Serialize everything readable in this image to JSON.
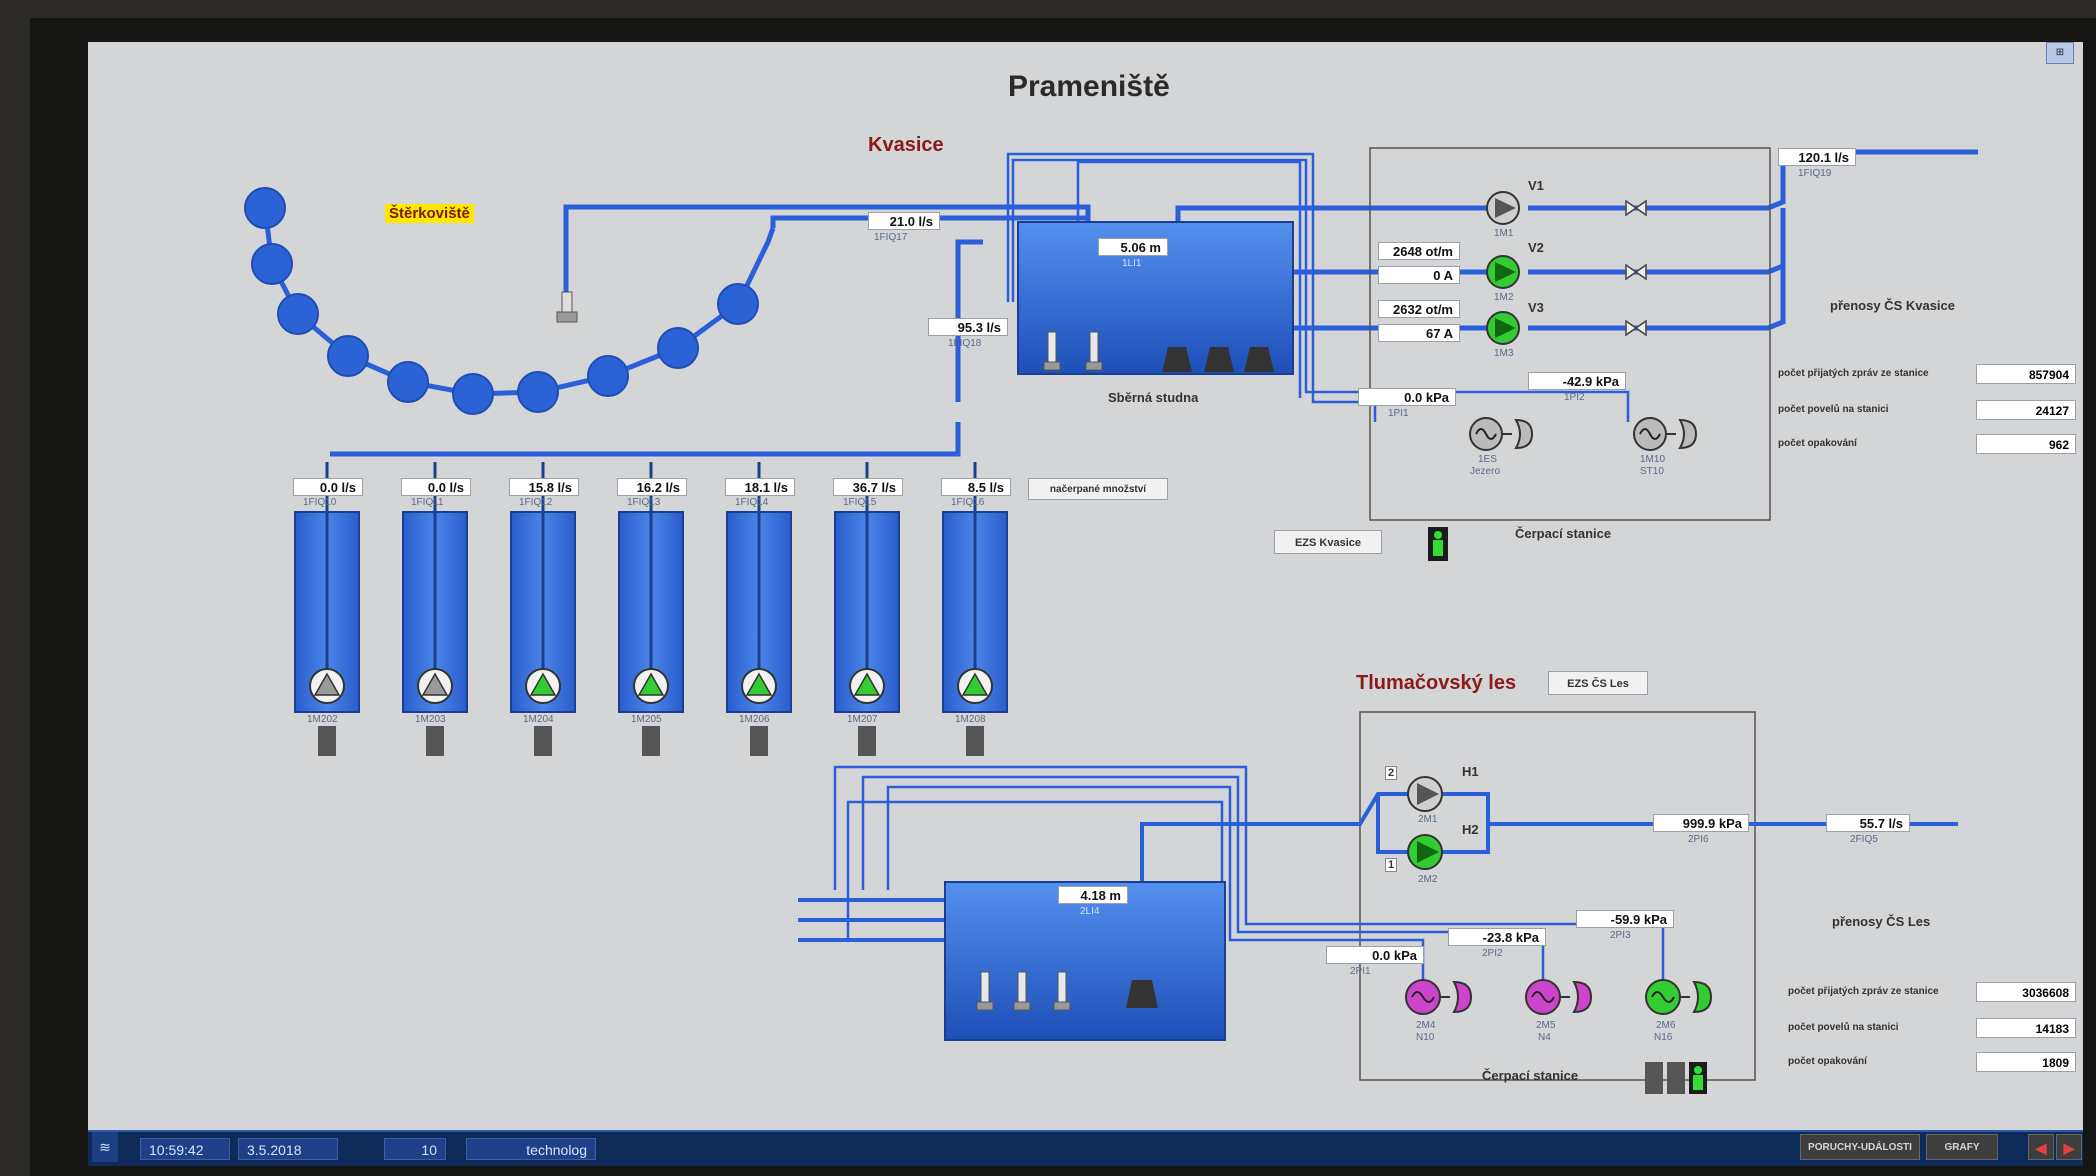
{
  "title": "Prameniště",
  "areas": {
    "kvasice": "Kvasice",
    "sterkoviste": "Štěrkoviště",
    "tlumacovsky_les": "Tlumačovský les"
  },
  "labels": {
    "sbirna_studna": "Sběrná studna",
    "cerpaci_stanice_1": "Čerpací stanice",
    "cerpaci_stanice_2": "Čerpací stanice",
    "nacerpane_mnozstvi": "načerpané množství",
    "prenosy_kvasice": "přenosy ČS Kvasice",
    "prenosy_les": "přenosy ČS Les"
  },
  "buttons": {
    "ezs_kvasice": "EZS Kvasice",
    "ezs_les": "EZS ČS Les"
  },
  "flows_top": {
    "f17": {
      "value": "21.0 l/s",
      "tag": "1FIQ17"
    },
    "f18": {
      "value": "95.3 l/s",
      "tag": "1FIQ18"
    },
    "f19": {
      "value": "120.1 l/s",
      "tag": "1FIQ19"
    }
  },
  "level_top": {
    "value": "5.06 m",
    "tag": "1LI1"
  },
  "pumps_kvasice": {
    "v1": {
      "name": "V1",
      "tag": "1M1"
    },
    "v2": {
      "name": "V2",
      "tag": "1M2",
      "speed": "2648 ot/m",
      "current": "0 A"
    },
    "v3": {
      "name": "V3",
      "tag": "1M3",
      "speed": "2632 ot/m",
      "current": "67 A"
    }
  },
  "pressures_kvasice": {
    "p1": {
      "value": "0.0 kPa",
      "tag": "1PI1"
    },
    "p2": {
      "value": "-42.9 kPa",
      "tag": "1PI2"
    }
  },
  "vacuum_kvasice": {
    "a": {
      "tag1": "1ES",
      "tag2": "Jezero"
    },
    "b": {
      "tag1": "1M10",
      "tag2": "ST10"
    }
  },
  "wells": [
    {
      "value": "0.0 l/s",
      "tag": "1FIQ10",
      "motor": "1M202"
    },
    {
      "value": "0.0 l/s",
      "tag": "1FIQ11",
      "motor": "1M203"
    },
    {
      "value": "15.8 l/s",
      "tag": "1FIQ12",
      "motor": "1M204"
    },
    {
      "value": "16.2 l/s",
      "tag": "1FIQ13",
      "motor": "1M205"
    },
    {
      "value": "18.1 l/s",
      "tag": "1FIQ14",
      "motor": "1M206"
    },
    {
      "value": "36.7 l/s",
      "tag": "1FIQ15",
      "motor": "1M207"
    },
    {
      "value": "8.5 l/s",
      "tag": "1FIQ16",
      "motor": "1M208"
    }
  ],
  "stats_kvasice": [
    {
      "label": "počet přijatých zpráv ze stanice",
      "value": "857904"
    },
    {
      "label": "počet povelů na stanici",
      "value": "24127"
    },
    {
      "label": "počet opakování",
      "value": "962"
    }
  ],
  "les": {
    "level": {
      "value": "4.18 m",
      "tag": "2LI4"
    },
    "h1": {
      "name": "H1",
      "tag": "2M1",
      "num": "2"
    },
    "h2": {
      "name": "H2",
      "tag": "2M2",
      "num": "1"
    },
    "p_out": {
      "value": "999.9 kPa",
      "tag": "2PI6"
    },
    "flow_out": {
      "value": "55.7 l/s",
      "tag": "2FIQ5"
    },
    "p1": {
      "value": "0.0 kPa",
      "tag": "2PI1"
    },
    "p2": {
      "value": "-23.8 kPa",
      "tag": "2PI2"
    },
    "p3": {
      "value": "-59.9 kPa",
      "tag": "2PI3"
    },
    "vac": [
      {
        "tag1": "2M4",
        "tag2": "N10"
      },
      {
        "tag1": "2M5",
        "tag2": "N4"
      },
      {
        "tag1": "2M6",
        "tag2": "N16"
      }
    ]
  },
  "stats_les": [
    {
      "label": "počet přijatých zpráv ze stanice",
      "value": "3036608"
    },
    {
      "label": "počet povelů na stanici",
      "value": "14183"
    },
    {
      "label": "počet opakování",
      "value": "1809"
    }
  ],
  "taskbar": {
    "time": "10:59:42",
    "date": "3.5.2018",
    "number": "10",
    "user": "technolog",
    "btn_events": "PORUCHY-UDÁLOSTI",
    "btn_graphs": "GRAFY"
  },
  "colors": {
    "pipe": "#2b5fd9",
    "tank": "#2f6fd8",
    "pump_on": "#33cc33",
    "pump_off": "#9a9a9a",
    "vac_magenta": "#cc44cc",
    "background": "#d4d5d7"
  }
}
